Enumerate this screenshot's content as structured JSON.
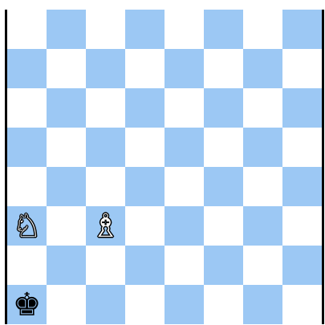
{
  "board": {
    "files": 8,
    "ranks": 8,
    "colors": {
      "light": "#ffffff",
      "dark": "#9cc8f4",
      "border": "#000000"
    },
    "orientation": "white-bottom",
    "pieces": [
      {
        "square": "a3",
        "type": "knight",
        "color": "white",
        "glyph": "♘"
      },
      {
        "square": "c3",
        "type": "bishop",
        "color": "white",
        "glyph": "♗"
      },
      {
        "square": "a1",
        "type": "king",
        "color": "black",
        "glyph": "♚"
      }
    ]
  }
}
